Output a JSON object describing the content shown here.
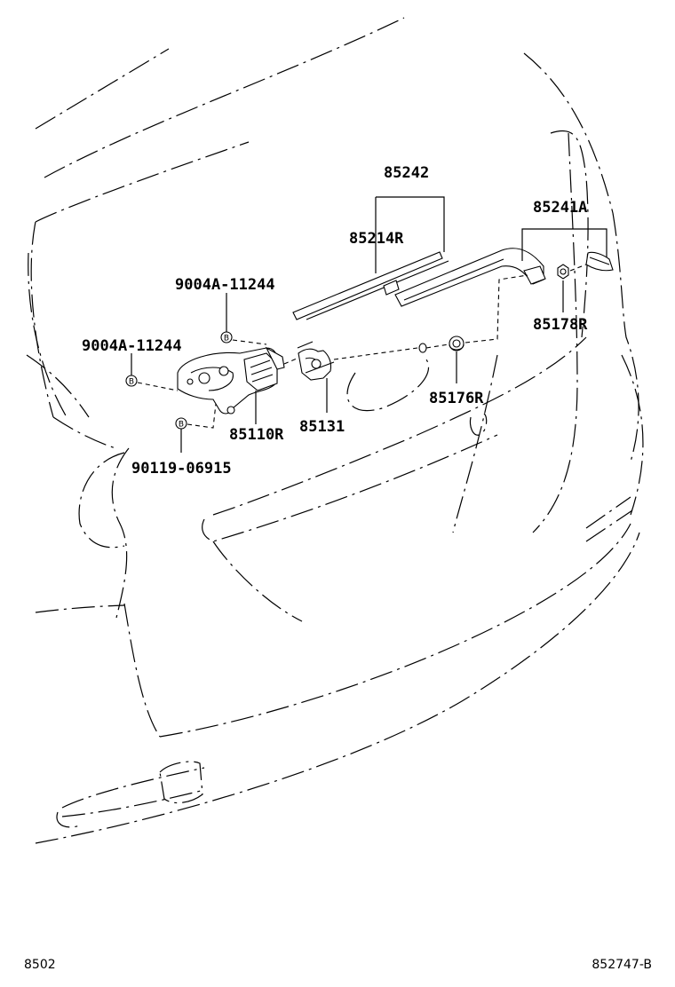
{
  "labels": {
    "p85242": "85242",
    "p85241a": "85241A",
    "p85214r": "85214R",
    "p85178r": "85178R",
    "p9004a_top": "9004A-11244",
    "p9004a_left": "9004A-11244",
    "p85110r": "85110R",
    "p85131": "85131",
    "p85176r": "85176R",
    "p90119": "90119-06915"
  },
  "bolt_mark": "B",
  "footer": {
    "left": "8502",
    "right": "852747-B"
  }
}
